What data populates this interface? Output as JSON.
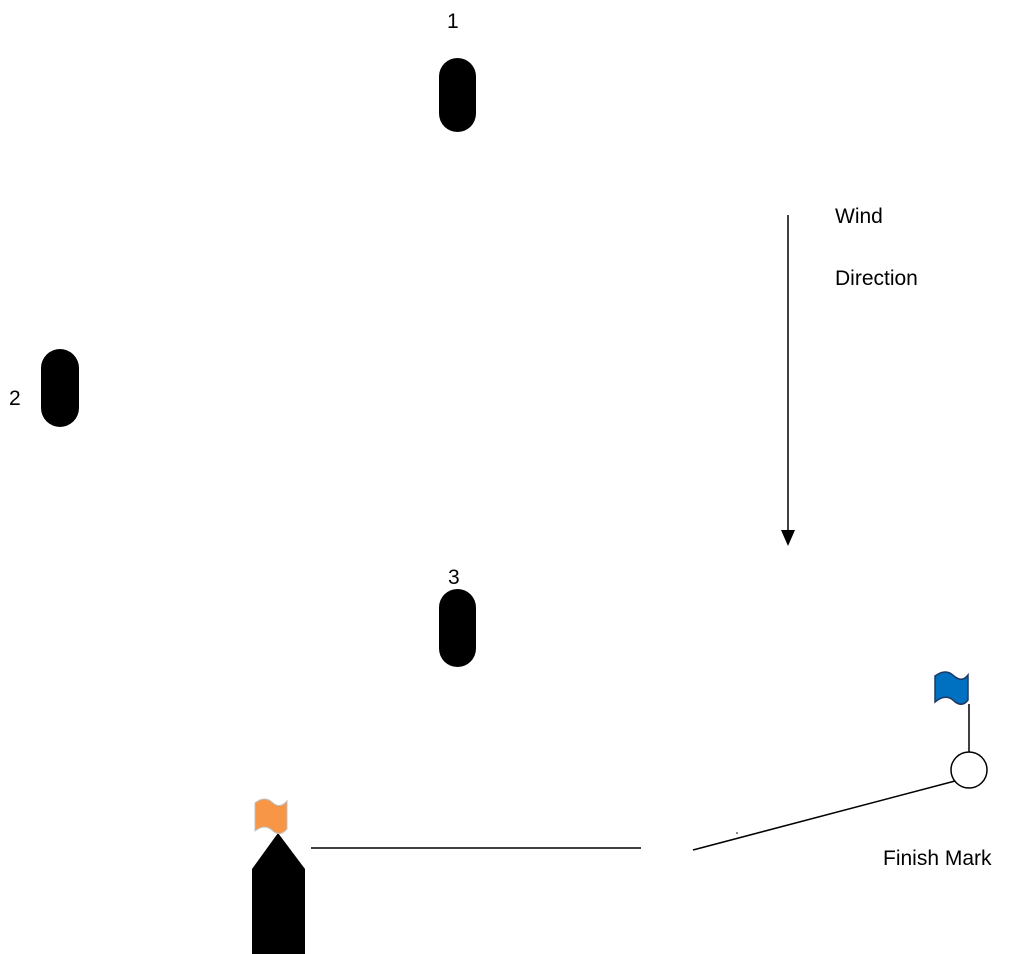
{
  "marks": [
    {
      "label": "1"
    },
    {
      "label": "2"
    },
    {
      "label": "3"
    }
  ],
  "wind": {
    "line1": "Wind",
    "line2": "Direction"
  },
  "finish": {
    "label": "Finish Mark"
  },
  "colors": {
    "mark": "#000000",
    "orange_flag": "#f79646",
    "blue_flag": "#0070c0",
    "background": "#ffffff"
  }
}
